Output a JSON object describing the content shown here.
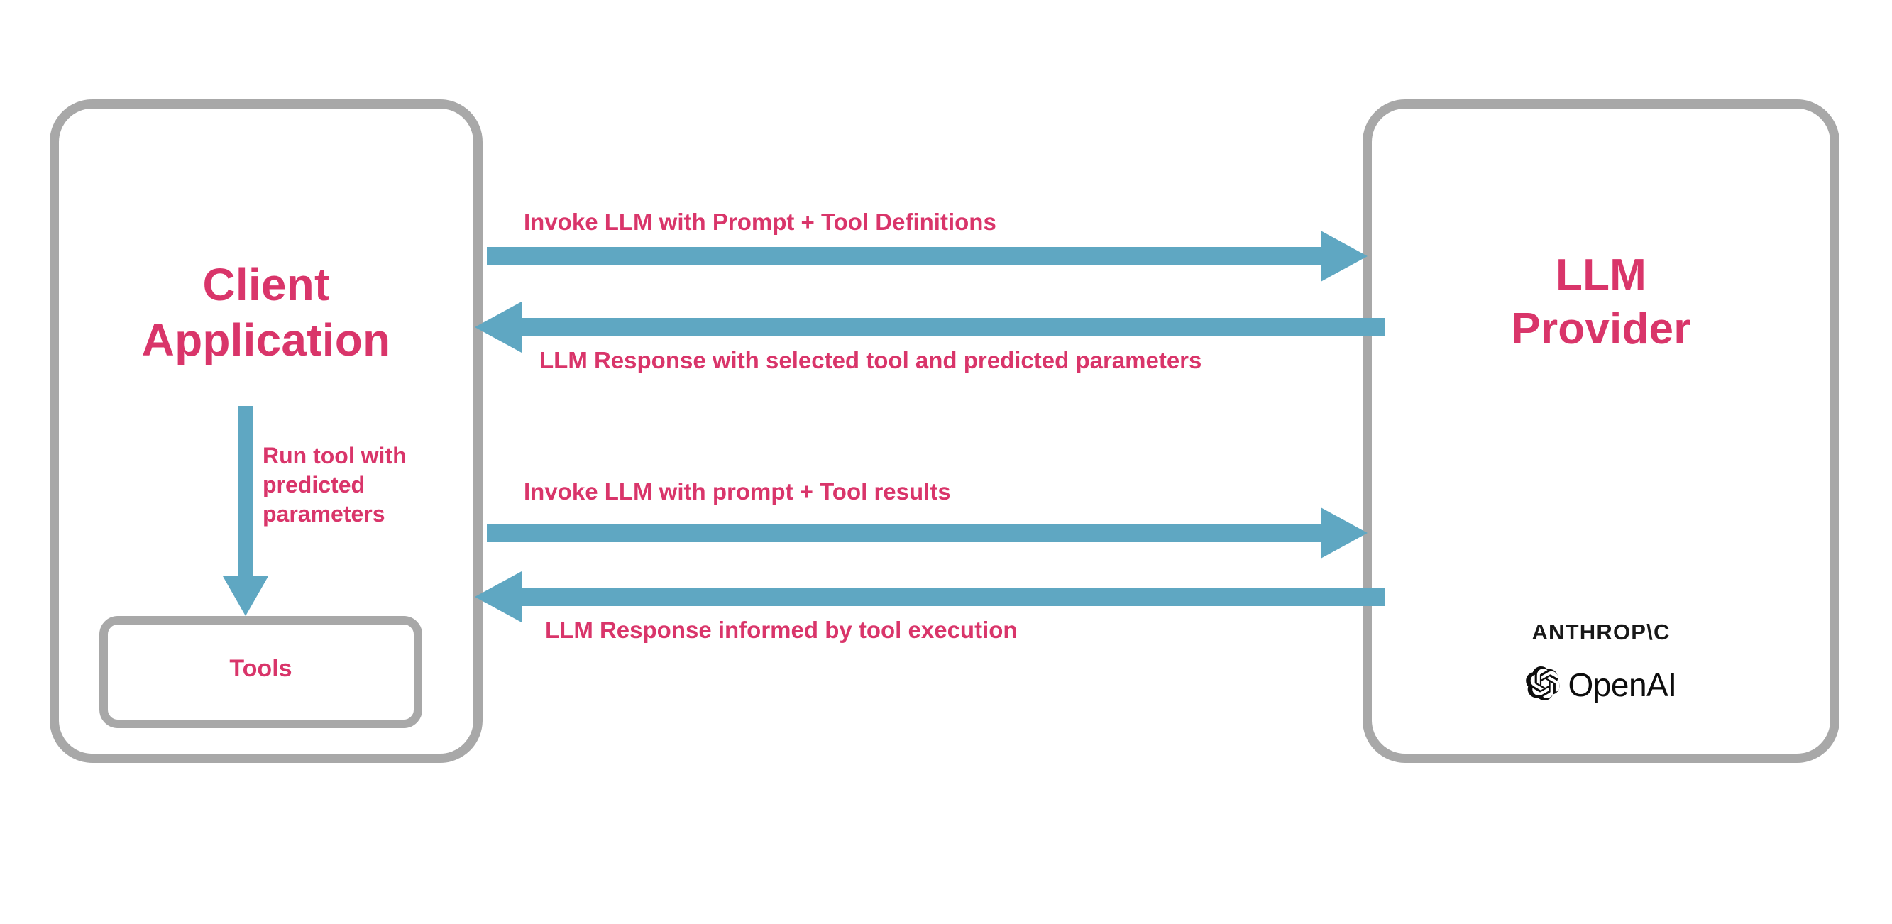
{
  "diagram": {
    "title_implied": "LLM tool-calling sequence between a client application and an LLM provider",
    "nodes": {
      "client": {
        "label": "Client\nApplication",
        "sub_box": {
          "label": "Tools"
        }
      },
      "provider": {
        "label": "LLM\nProvider",
        "logos": [
          {
            "name": "anthropic-logo",
            "text": "ANTHROP\\C"
          },
          {
            "name": "openai-logo",
            "text": "OpenAI"
          }
        ]
      }
    },
    "arrows": [
      {
        "id": "invoke-1",
        "label": "Invoke LLM with Prompt + Tool Definitions",
        "direction": "right",
        "from": "client",
        "to": "provider"
      },
      {
        "id": "response-1",
        "label": "LLM Response with selected tool and predicted parameters",
        "direction": "left",
        "from": "provider",
        "to": "client"
      },
      {
        "id": "run-tool",
        "label": "Run tool with\npredicted\nparameters",
        "direction": "down",
        "from": "client",
        "to": "tools"
      },
      {
        "id": "invoke-2",
        "label": "Invoke LLM with prompt + Tool results",
        "direction": "right",
        "from": "client",
        "to": "provider"
      },
      {
        "id": "response-2",
        "label": "LLM Response informed by tool execution",
        "direction": "left",
        "from": "provider",
        "to": "client"
      }
    ],
    "colors": {
      "accent_text": "#d9356a",
      "arrow": "#5fa7c2",
      "box_border": "#a8a8a8",
      "logo_text": "#0d0d0d",
      "background": "#ffffff"
    }
  }
}
